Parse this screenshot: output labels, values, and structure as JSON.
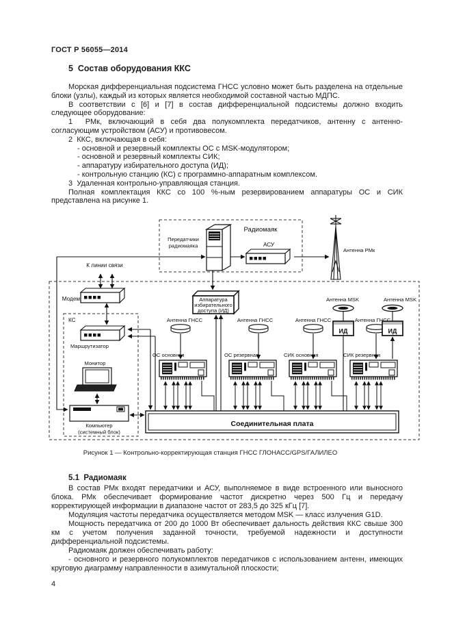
{
  "page": {
    "header": "ГОСТ Р 56055—2014",
    "number": "4"
  },
  "section5": {
    "heading": "5  Состав оборудования ККС",
    "p1": "Морская дифференциальная подсистема ГНСС условно может быть разделена на отдельные блоки (узлы), каждый из которых является необходимой составной частью МДПС.",
    "p2": "В соответствии с [6] и [7] в состав дифференциальной подсистемы должно входить следующее оборудование:",
    "item1": "1  РМк, включающий в себя два полукомплекта передатчиков, антенну с антенно-согласующим устройством (АСУ) и противовесом.",
    "item2": "2  ККС, включающая в себя:",
    "item2_sub1": "- основной и резервный комплекты ОС с MSK-модулятором;",
    "item2_sub2": "- основной и резервный комплекты СИК;",
    "item2_sub3": "- аппаратуру избирательного доступа (ИД);",
    "item2_sub4": "- контрольную станцию (КС) с программно-аппаратным комплексом.",
    "item3": "3  Удаленная контрольно-управляющая станция.",
    "p3": "Полная комплектация ККС со 100 %-ным резервированием аппаратуры ОС и СИК представлена на рисунке 1."
  },
  "figure": {
    "caption": "Рисунок 1 — Контрольно-корректирующая станция ГНСС ГЛОНАСС/GPS/ГАЛИЛЕО",
    "radiobeacon_box": "Радиомаяк",
    "transmitters_line1": "Передатчики",
    "transmitters_line2": "радиомаяка",
    "asu": "АСУ",
    "antenna_rmk": "Антенна РМк",
    "comm_line": "К линии связи",
    "modem": "Модем",
    "ks": "КС",
    "router": "Маршрутизатор",
    "monitor": "Монитор",
    "computer_line1": "Компьютер",
    "computer_line2": "(системный блок)",
    "id_app_line1": "Аппаратура",
    "id_app_line2": "избирательного",
    "id_app_line3": "доступа (ИД)",
    "antenna_gnss": "Антенна ГНСС",
    "antenna_msk": "Антенна MSK",
    "id_box": "ИД",
    "os_main": "ОС основная",
    "os_reserve": "ОС резервная",
    "sik_main": "СИК основная",
    "sik_reserve": "СИК резервная",
    "backplane": "Соединительная плата"
  },
  "section51": {
    "heading": "5.1  Радиомаяк",
    "p1": "В состав РМк входят передатчики и АСУ, выполняемое в виде встроенного или выносного блока. РМк обеспечивает формирование частот дискретно через 500 Гц и передачу корректирующей информации в диапазоне частот от 283,5 до 325 кГц [7].",
    "p2": "Модуляция частоты передатчика осуществляется методом MSK — класс излучения G1D.",
    "p3": "Мощность передатчика от 200 до 1000 Вт обеспечивает дальность действия ККС свыше 300 км с учетом получения заданной точности, требуемой надежности и доступности дифференциальной подсистемы.",
    "p4": "Радиомаяк должен обеспечивать работу:",
    "p5": "- основного и резервного полукомплектов передатчиков с использованием антенн, имеющих круговую диаграмму направленности в азимутальной плоскости;"
  }
}
